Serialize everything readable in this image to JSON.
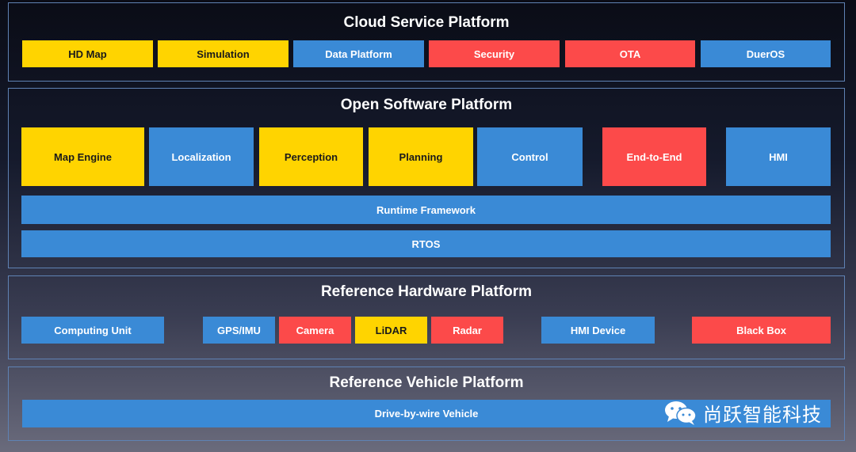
{
  "colors": {
    "yellow": "#ffd400",
    "blue": "#3a8ad6",
    "red": "#fc4a4a",
    "border": "#5f82b4"
  },
  "cloud": {
    "title": "Cloud Service Platform",
    "items": [
      {
        "label": "HD Map",
        "color": "yellow"
      },
      {
        "label": "Simulation",
        "color": "yellow"
      },
      {
        "label": "Data Platform",
        "color": "blue"
      },
      {
        "label": "Security",
        "color": "red"
      },
      {
        "label": "OTA",
        "color": "red"
      },
      {
        "label": "DuerOS",
        "color": "blue"
      }
    ]
  },
  "software": {
    "title": "Open Software Platform",
    "items": [
      {
        "label": "Map Engine",
        "color": "yellow"
      },
      {
        "label": "Localization",
        "color": "blue"
      },
      {
        "label": "Perception",
        "color": "yellow"
      },
      {
        "label": "Planning",
        "color": "yellow"
      },
      {
        "label": "Control",
        "color": "blue"
      },
      {
        "label": "End-to-End",
        "color": "red"
      },
      {
        "label": "HMI",
        "color": "blue"
      }
    ],
    "runtime": "Runtime Framework",
    "rtos": "RTOS"
  },
  "hardware": {
    "title": "Reference Hardware Platform",
    "items": [
      {
        "label": "Computing Unit",
        "color": "blue"
      },
      {
        "label": "GPS/IMU",
        "color": "blue"
      },
      {
        "label": "Camera",
        "color": "red"
      },
      {
        "label": "LiDAR",
        "color": "yellow"
      },
      {
        "label": "Radar",
        "color": "red"
      },
      {
        "label": "HMI Device",
        "color": "blue"
      },
      {
        "label": "Black Box",
        "color": "red"
      }
    ]
  },
  "vehicle": {
    "title": "Reference Vehicle Platform",
    "items": [
      {
        "label": "Drive-by-wire Vehicle",
        "color": "blue"
      }
    ]
  },
  "watermark": {
    "text": "尚跃智能科技",
    "icon": "wechat-icon"
  }
}
